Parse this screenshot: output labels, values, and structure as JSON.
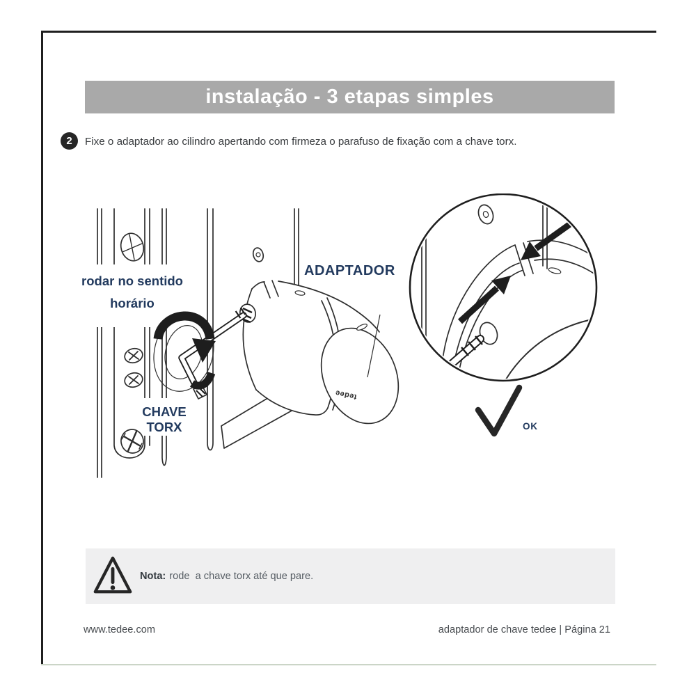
{
  "colors": {
    "page_border": "#1f1f1f",
    "header_bg": "#a9a9a9",
    "header_text": "#ffffff",
    "step_badge_bg": "#262626",
    "body_text": "#36393c",
    "label_navy": "#223a5e",
    "line_art": "#2e2e2e",
    "note_bg": "#efeff0",
    "footer_text": "#474b4f",
    "footer_rule": "#cbd5c7"
  },
  "header": {
    "title": "instalação - 3 etapas simples"
  },
  "step": {
    "number": "2",
    "text": "Fixe o adaptador ao cilindro apertando com firmeza o parafuso de fixação com a chave torx."
  },
  "illustration": {
    "labels": {
      "rotate_line1": "rodar no sentido",
      "rotate_line2": "horário",
      "torx_line1": "CHAVE",
      "torx_line2": "TORX",
      "adapter": "ADAPTADOR",
      "ok": "OK",
      "brand": "tedee"
    }
  },
  "note": {
    "label": "Nota:",
    "text": "rode  a chave torx até que pare."
  },
  "footer": {
    "website": "www.tedee.com",
    "page_info": "adaptador de chave tedee | Página 21"
  }
}
